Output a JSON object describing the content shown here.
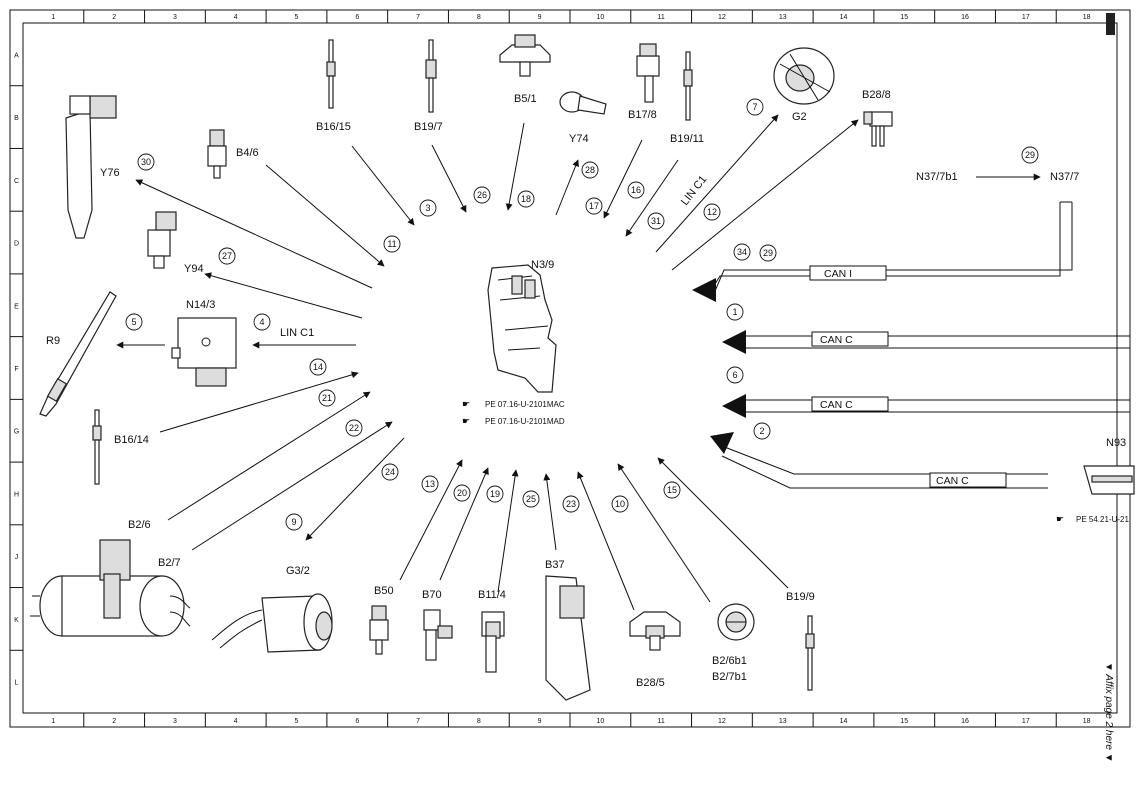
{
  "ruler": {
    "columns": [
      "1",
      "2",
      "3",
      "4",
      "5",
      "6",
      "7",
      "8",
      "9",
      "10",
      "11",
      "12",
      "13",
      "14",
      "15",
      "16",
      "17",
      "18"
    ],
    "rows": [
      "A",
      "B",
      "C",
      "D",
      "E",
      "F",
      "G",
      "H",
      "J",
      "K",
      "L"
    ]
  },
  "center": {
    "label": "N3/9",
    "refs": [
      "PE 07.16-U-2101MAC",
      "PE 07.16-U-2101MAD"
    ]
  },
  "components": {
    "B16_15": "B16/15",
    "B19_7": "B19/7",
    "B5_1": "B5/1",
    "Y74": "Y74",
    "B17_8": "B17/8",
    "B19_11": "B19/11",
    "G2": "G2",
    "B28_8": "B28/8",
    "Y76": "Y76",
    "B4_6": "B4/6",
    "Y94": "Y94",
    "N14_3": "N14/3",
    "R9": "R9",
    "B16_14": "B16/14",
    "B2_6": "B2/6",
    "B2_7": "B2/7",
    "G3_2": "G3/2",
    "B50": "B50",
    "B70": "B70",
    "B11_4": "B11/4",
    "B37": "B37",
    "B28_5": "B28/5",
    "B2_6b1": "B2/6b1",
    "B2_7b1": "B2/7b1",
    "B19_9": "B19/9",
    "N37_7b1": "N37/7b1",
    "N37_7": "N37/7",
    "N93": "N93"
  },
  "lin_labels": {
    "lin_upper": "LIN C1",
    "lin_left": "LIN C1"
  },
  "bus": {
    "can_i": "CAN I",
    "can_c1": "CAN C",
    "can_c2": "CAN C",
    "can_c3": "CAN C"
  },
  "n93_ref": "PE 54.21-U-21",
  "side_note": "▼ Affix page 2 here ▼",
  "numbers": {
    "n30": "30",
    "n3": "3",
    "n26": "26",
    "n18": "18",
    "n28": "28",
    "n16": "16",
    "n17": "17",
    "n31": "31",
    "n7": "7",
    "n12": "12",
    "n11": "11",
    "n27": "27",
    "n5": "5",
    "n4": "4",
    "n14": "14",
    "n21": "21",
    "n22": "22",
    "n24": "24",
    "n9": "9",
    "n13": "13",
    "n20": "20",
    "n19": "19",
    "n25": "25",
    "n23": "23",
    "n10": "10",
    "n15": "15",
    "n34": "34",
    "n29a": "29",
    "n1": "1",
    "n6": "6",
    "n2": "2",
    "n29b": "29"
  }
}
